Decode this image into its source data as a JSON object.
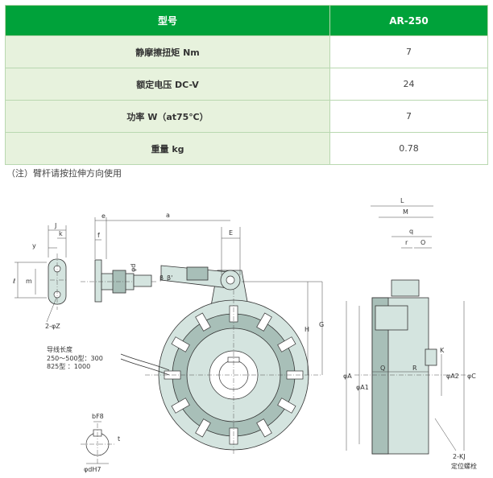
{
  "table": {
    "header": {
      "label": "型号",
      "value": "AR-250"
    },
    "rows": [
      {
        "label": "静摩擦扭矩 Nm",
        "value": "7"
      },
      {
        "label": "额定电压 DC-V",
        "value": "24"
      },
      {
        "label": "功率 W（at75℃）",
        "value": "7"
      },
      {
        "label": "重量 kg",
        "value": "0.78"
      }
    ]
  },
  "note": "（注）臂杆请按拉伸方向使用",
  "drawing": {
    "labels": {
      "J": "J",
      "k": "k",
      "y": "y",
      "l": "ℓ",
      "m": "m",
      "z": "2-φZ",
      "e": "e",
      "f": "f",
      "a": "a",
      "d": "φd",
      "E": "E",
      "beta": "β",
      "B": "β'",
      "H": "H",
      "G": "G",
      "L": "L",
      "M": "M",
      "q": "q",
      "r": "r",
      "O": "O",
      "K": "K",
      "Q": "Q",
      "R": "R",
      "A": "φA",
      "A1": "φA1",
      "A2": "φA2",
      "C": "φC",
      "KJ": "2-KJ",
      "KJ_note": "定位螺栓",
      "bF8": "bF8",
      "t": "t",
      "dH7": "φdH7"
    },
    "lead_title": "导线长度",
    "lead_line1": "250～500型：300",
    "lead_line2": "825型          ：1000"
  }
}
